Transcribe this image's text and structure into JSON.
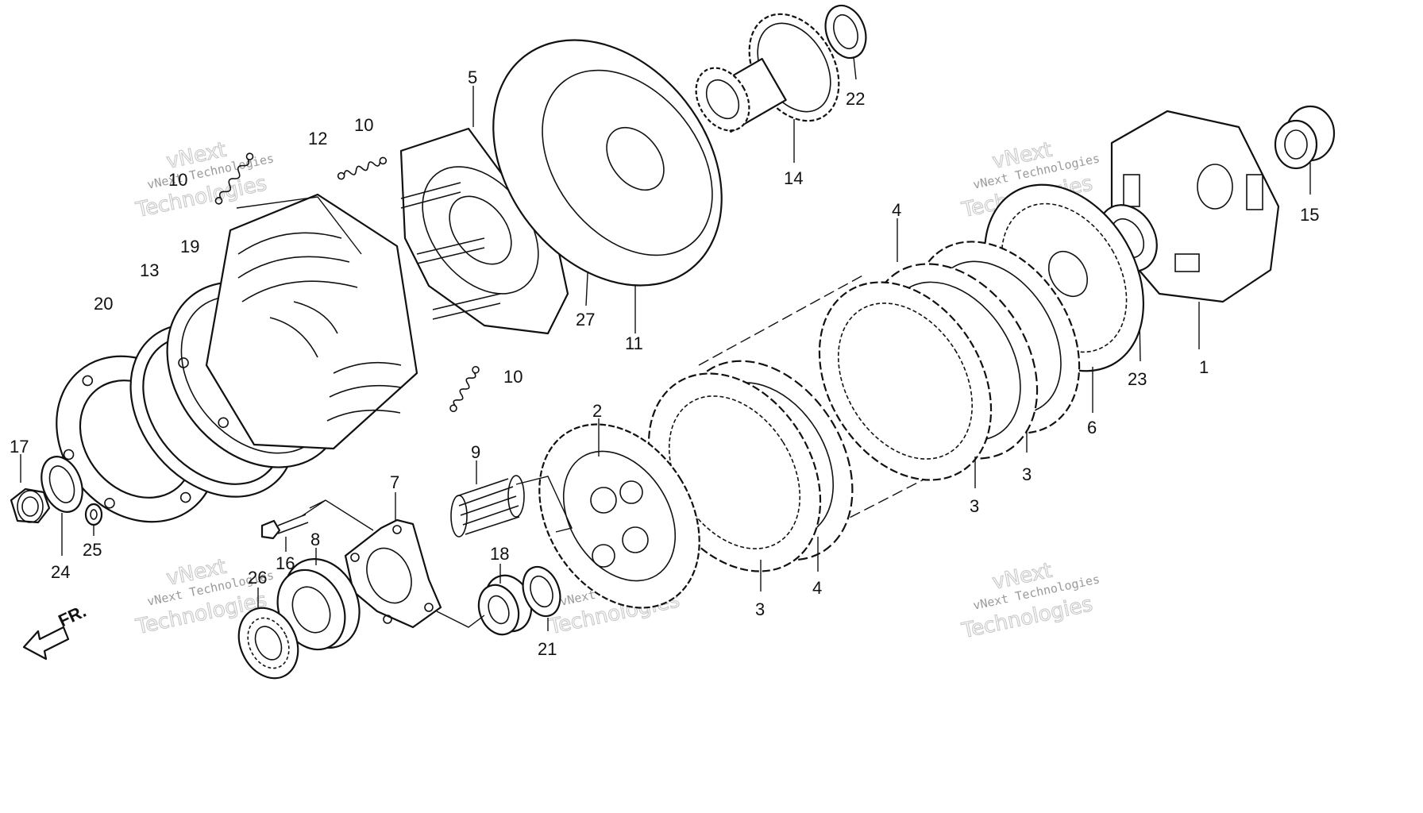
{
  "diagram": {
    "front_marker": "FR.",
    "watermark": {
      "small": "vNext Technologies",
      "big": "Technologies",
      "big_prefix": "vNext"
    },
    "callouts": [
      {
        "id": "1",
        "label": "1"
      },
      {
        "id": "2",
        "label": "2"
      },
      {
        "id": "3a",
        "label": "3"
      },
      {
        "id": "3b",
        "label": "3"
      },
      {
        "id": "3c",
        "label": "3"
      },
      {
        "id": "4a",
        "label": "4"
      },
      {
        "id": "4b",
        "label": "4"
      },
      {
        "id": "5",
        "label": "5"
      },
      {
        "id": "6",
        "label": "6"
      },
      {
        "id": "7",
        "label": "7"
      },
      {
        "id": "8",
        "label": "8"
      },
      {
        "id": "9",
        "label": "9"
      },
      {
        "id": "10a",
        "label": "10"
      },
      {
        "id": "10b",
        "label": "10"
      },
      {
        "id": "10c",
        "label": "10"
      },
      {
        "id": "11",
        "label": "11"
      },
      {
        "id": "12",
        "label": "12"
      },
      {
        "id": "13",
        "label": "13"
      },
      {
        "id": "14",
        "label": "14"
      },
      {
        "id": "15",
        "label": "15"
      },
      {
        "id": "16",
        "label": "16"
      },
      {
        "id": "17",
        "label": "17"
      },
      {
        "id": "18",
        "label": "18"
      },
      {
        "id": "19",
        "label": "19"
      },
      {
        "id": "20",
        "label": "20"
      },
      {
        "id": "21",
        "label": "21"
      },
      {
        "id": "22",
        "label": "22"
      },
      {
        "id": "23",
        "label": "23"
      },
      {
        "id": "24",
        "label": "24"
      },
      {
        "id": "25",
        "label": "25"
      },
      {
        "id": "26",
        "label": "26"
      },
      {
        "id": "27",
        "label": "27"
      }
    ]
  }
}
